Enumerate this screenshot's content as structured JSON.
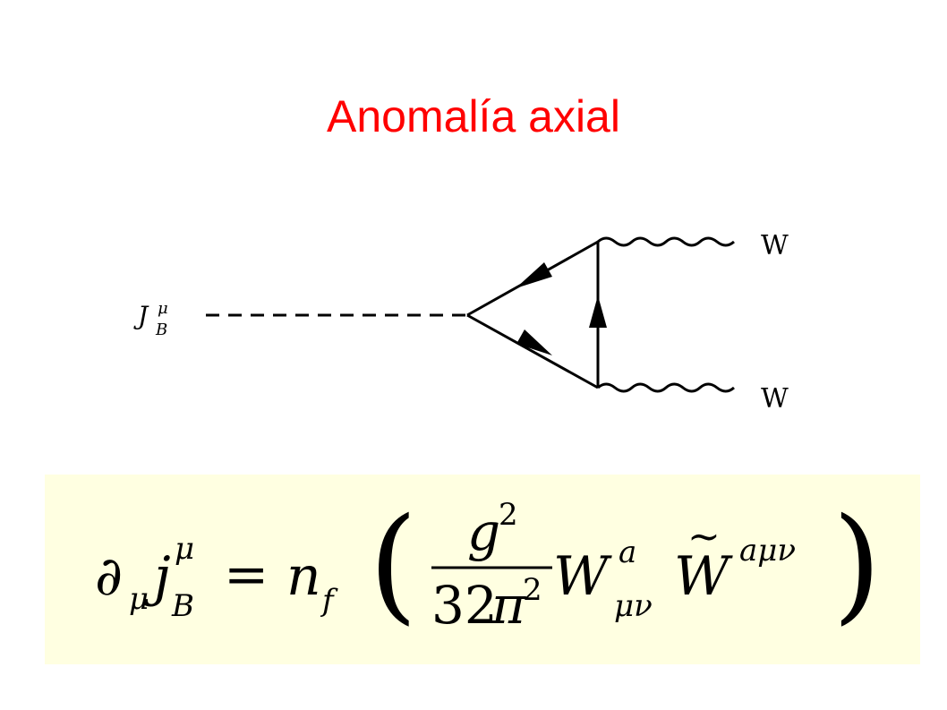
{
  "title": "Anomalía axial",
  "colors": {
    "title": "#ff0000",
    "equation_background": "#ffffe1",
    "ink": "#000000"
  },
  "diagram": {
    "current_label": {
      "base": "J",
      "superscript": "μ",
      "subscript": "B"
    },
    "boson_top_label": "W",
    "boson_bottom_label": "W"
  },
  "equation": {
    "partial": "∂",
    "partial_index": "μ",
    "current": "j",
    "current_sup": "μ",
    "current_sub": "B",
    "equals": "=",
    "nf": "n",
    "nf_sub": "f",
    "open_paren": "(",
    "numerator": "g",
    "numerator_sup": "2",
    "denominator_num": "32",
    "denominator_pi": "π",
    "denominator_sup": "2",
    "field": "W",
    "field_sup": "a",
    "field_sub": "μν",
    "dual_field": "W",
    "dual_tilde": "~",
    "dual_sup": "aμν",
    "close_paren": ")"
  }
}
